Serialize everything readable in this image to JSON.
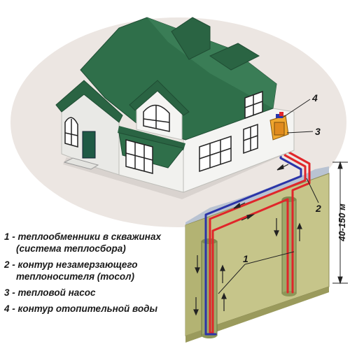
{
  "callouts": {
    "n1": "1",
    "n2": "2",
    "n3": "3",
    "n4": "4"
  },
  "depth_label": "40-150 м",
  "legend": {
    "item1": {
      "line1": "1 - теплообменники в скважинах",
      "line2": "(система теплосбора)"
    },
    "item2": {
      "line1": "2 - контур незамерзающего",
      "line2": "теплоносителя (тосол)"
    },
    "item3": {
      "line1": "3 - тепловой насос"
    },
    "item4": {
      "line1": "4 - контур отопительной воды"
    }
  },
  "colors": {
    "roof": "#2f6f4a",
    "wall": "#f4f4f2",
    "wall_shade": "#cfd0cc",
    "ground": "#c7c68a",
    "soil": "#a9ae63",
    "pipe_hot": "#e0262a",
    "pipe_cold": "#2b34a8",
    "door": "#1f5a45",
    "sky_shadow": "#e9e3df"
  }
}
